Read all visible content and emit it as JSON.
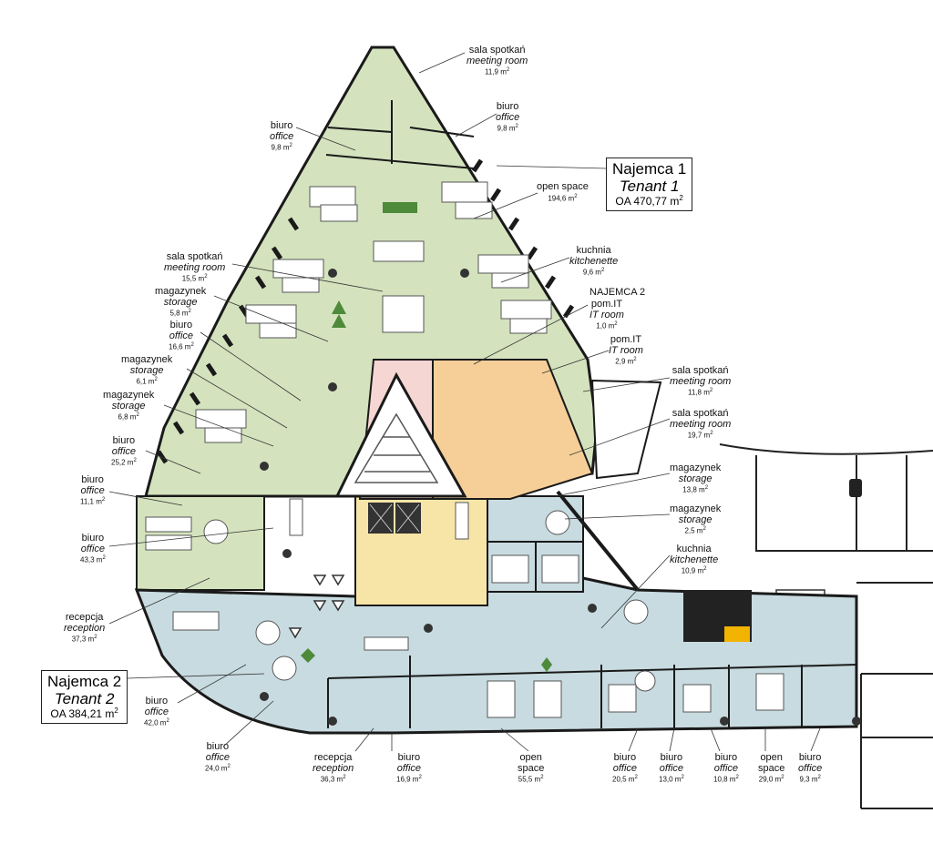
{
  "tenants": [
    {
      "name": "Najemca 1",
      "name_en": "Tenant 1",
      "area": "OA 470,77 m",
      "sup": "2"
    },
    {
      "name": "Najemca 2",
      "name_en": "Tenant 2",
      "area": "OA 384,21 m",
      "sup": "2"
    }
  ],
  "rooms": [
    {
      "pl": "sala spotkań",
      "en": "meeting room",
      "area": "11,9 m",
      "sup": "2"
    },
    {
      "pl": "biuro",
      "en": "office",
      "area": "9,8 m",
      "sup": "2"
    },
    {
      "pl": "biuro",
      "en": "office",
      "area": "9,8 m",
      "sup": "2"
    },
    {
      "pl": "open space",
      "en": "",
      "area": "194,6 m",
      "sup": "2"
    },
    {
      "pl": "kuchnia",
      "en": "kitchenette",
      "area": "9,6 m",
      "sup": "2"
    },
    {
      "pl": "sala spotkań",
      "en": "meeting room",
      "area": "15,5 m",
      "sup": "2"
    },
    {
      "pl": "NAJEMCA 2",
      "en": "",
      "area": "",
      "sup": ""
    },
    {
      "pl": "pom.IT",
      "en": "IT room",
      "area": "1,0 m",
      "sup": "2"
    },
    {
      "pl": "magazynek",
      "en": "storage",
      "area": "5,8 m",
      "sup": "2"
    },
    {
      "pl": "biuro",
      "en": "office",
      "area": "16,6 m",
      "sup": "2"
    },
    {
      "pl": "pom.IT",
      "en": "IT room",
      "area": "2,9 m",
      "sup": "2"
    },
    {
      "pl": "magazynek",
      "en": "storage",
      "area": "6,1 m",
      "sup": "2"
    },
    {
      "pl": "sala spotkań",
      "en": "meeting room",
      "area": "11,8 m",
      "sup": "2"
    },
    {
      "pl": "magazynek",
      "en": "storage",
      "area": "6,8 m",
      "sup": "2"
    },
    {
      "pl": "sala spotkań",
      "en": "meeting room",
      "area": "19,7 m",
      "sup": "2"
    },
    {
      "pl": "biuro",
      "en": "office",
      "area": "25,2 m",
      "sup": "2"
    },
    {
      "pl": "magazynek",
      "en": "storage",
      "area": "13,8 m",
      "sup": "2"
    },
    {
      "pl": "biuro",
      "en": "office",
      "area": "11,1 m",
      "sup": "2"
    },
    {
      "pl": "magazynek",
      "en": "storage",
      "area": "2,5 m",
      "sup": "2"
    },
    {
      "pl": "biuro",
      "en": "office",
      "area": "43,3 m",
      "sup": "2"
    },
    {
      "pl": "kuchnia",
      "en": "kitchenette",
      "area": "10,9 m",
      "sup": "2"
    },
    {
      "pl": "recepcja",
      "en": "reception",
      "area": "37,3 m",
      "sup": "2"
    },
    {
      "pl": "biuro",
      "en": "office",
      "area": "42,0 m",
      "sup": "2"
    },
    {
      "pl": "biuro",
      "en": "office",
      "area": "24,0 m",
      "sup": "2"
    },
    {
      "pl": "recepcja",
      "en": "reception",
      "area": "36,3 m",
      "sup": "2"
    },
    {
      "pl": "biuro",
      "en": "office",
      "area": "16,9 m",
      "sup": "2"
    },
    {
      "pl": "open",
      "en": "space",
      "area": "55,5 m",
      "sup": "2"
    },
    {
      "pl": "biuro",
      "en": "office",
      "area": "20,5 m",
      "sup": "2"
    },
    {
      "pl": "biuro",
      "en": "office",
      "area": "13,0 m",
      "sup": "2"
    },
    {
      "pl": "biuro",
      "en": "office",
      "area": "10,8 m",
      "sup": "2"
    },
    {
      "pl": "open",
      "en": "space",
      "area": "29,0 m",
      "sup": "2"
    },
    {
      "pl": "biuro",
      "en": "office",
      "area": "9,3 m",
      "sup": "2"
    }
  ],
  "colors": {
    "tenant1_zone": "#d4e3be",
    "tenant2_zone": "#c8dbe0",
    "core_yellow": "#f7e5a8",
    "core_orange": "#f6cf98",
    "core_pink": "#f6d6d2",
    "wall": "#1a1a1a",
    "shaft": "#333333"
  }
}
